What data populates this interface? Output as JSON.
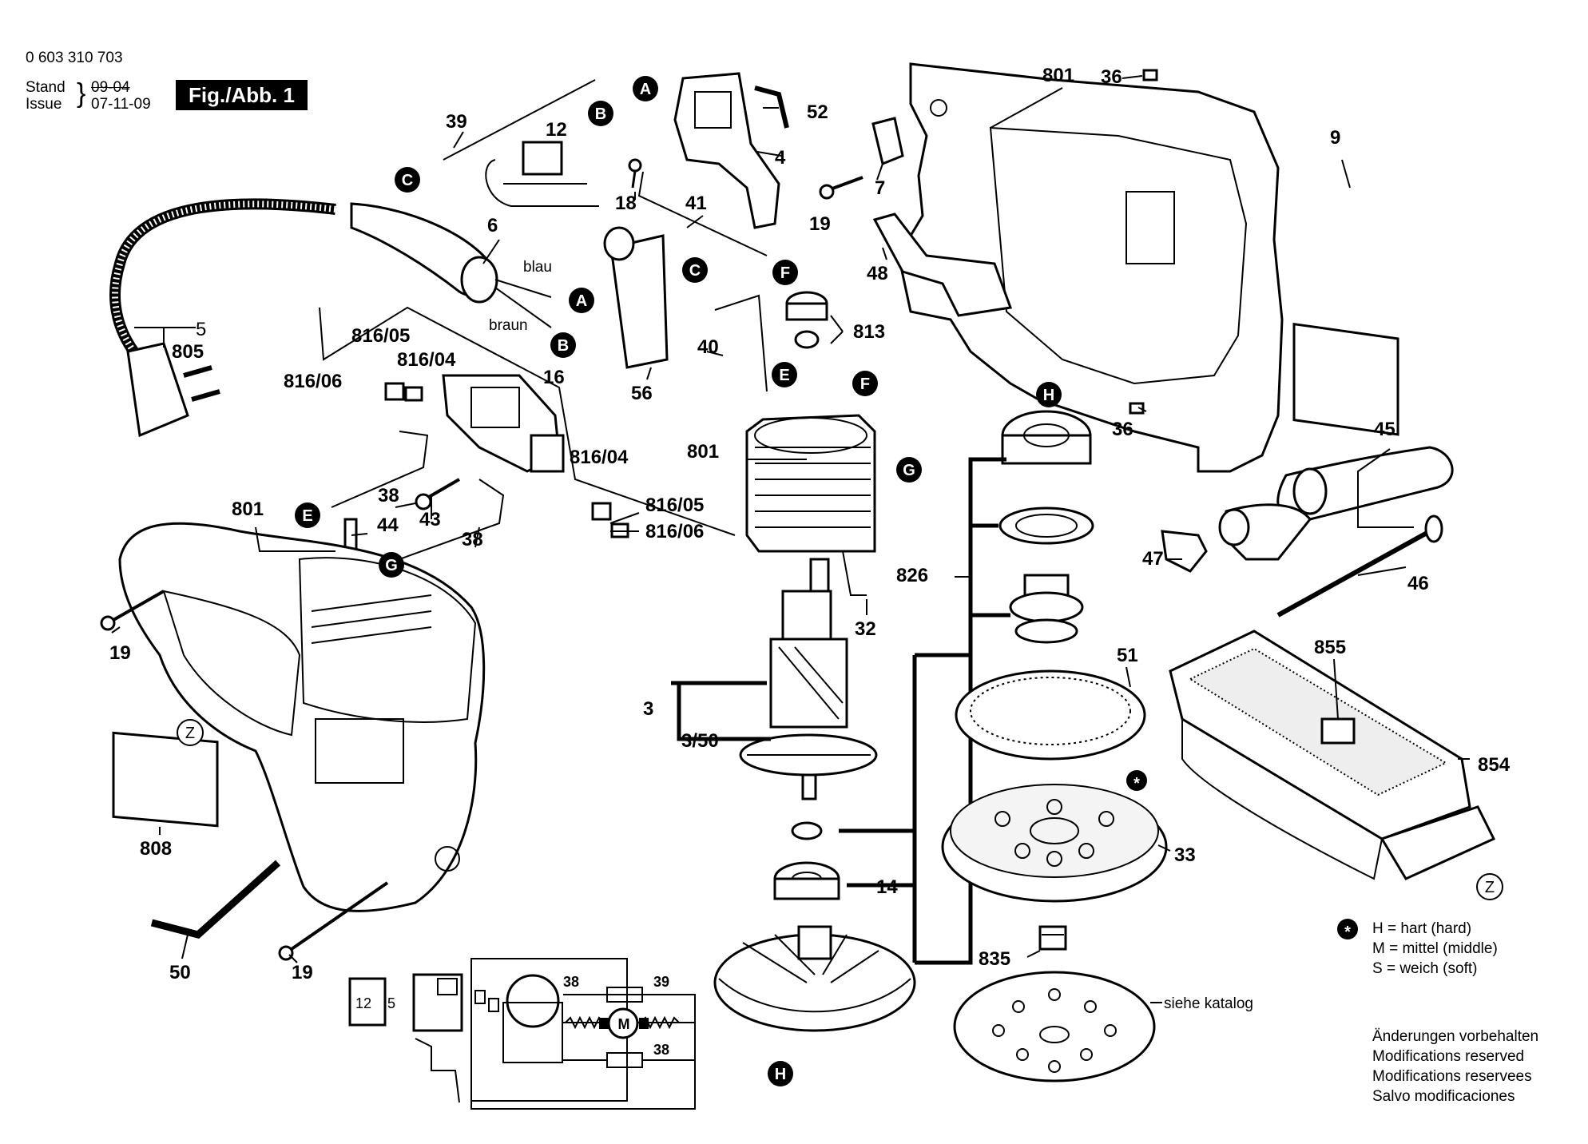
{
  "header": {
    "part_number": "0 603 310 703",
    "stand_label": "Stand",
    "stand_value": "09-04",
    "issue_label": "Issue",
    "issue_value": "07-11-09",
    "figure_label": "Fig./Abb. 1"
  },
  "part_labels": {
    "p801a": "801",
    "p36a": "36",
    "p52": "52",
    "p4": "4",
    "p39a": "39",
    "p12a": "12",
    "p18": "18",
    "p41": "41",
    "p7": "7",
    "p19a": "19",
    "p9": "9",
    "p48": "48",
    "p6": "6",
    "p5": "5",
    "p805": "805",
    "p816_05a": "816/05",
    "p816_04a": "816/04",
    "p816_06a": "816/06",
    "p16": "16",
    "p40": "40",
    "p56": "56",
    "p813": "813",
    "p801b": "801",
    "p36b": "36",
    "p45": "45",
    "p816_04b": "816/04",
    "p816_05b": "816/05",
    "p816_06b": "816/06",
    "p38a": "38",
    "p43": "43",
    "p38b": "38",
    "p44": "44",
    "p801c": "801",
    "p19b": "19",
    "p47": "47",
    "p46": "46",
    "p826": "826",
    "p32": "32",
    "p855": "855",
    "p3": "3",
    "p3_50": "3/50",
    "p51": "51",
    "p854": "854",
    "p808": "808",
    "p33": "33",
    "p14": "14",
    "p835": "835",
    "p50": "50",
    "p19c": "19",
    "p12b": "12",
    "p5b": "5",
    "p38c": "38",
    "p39b": "39",
    "p38d": "38"
  },
  "wire_labels": {
    "blau": "blau",
    "braun": "braun",
    "siehe_katalog": "siehe katalog"
  },
  "callouts": {
    "A": "A",
    "B": "B",
    "C": "C",
    "E": "E",
    "F": "F",
    "G": "G",
    "H": "H",
    "Z": "Z",
    "M": "M",
    "star": "*"
  },
  "legend": {
    "hard": "H = hart (hard)",
    "middle": "M = mittel (middle)",
    "soft": "S = weich (soft)"
  },
  "footer_notes": [
    "Änderungen vorbehalten",
    "Modifications reserved",
    "Modifications reservees",
    "Salvo modificaciones"
  ]
}
